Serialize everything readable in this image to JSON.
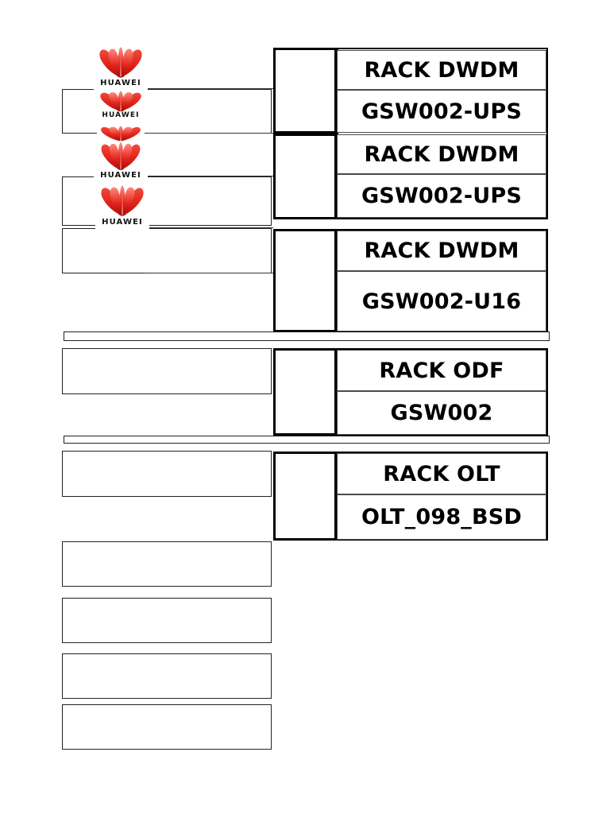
{
  "document": {
    "title": "Rack Labels Sheet",
    "brand_name": "HUAWEI",
    "brand_color": "#e2231a",
    "text_color": "#000000",
    "border_color": "#000000",
    "page_background": "#ffffff"
  },
  "label_groups": [
    {
      "id": "group-1",
      "rows": [
        {
          "rack_label": "RACK DWDM",
          "site_label": "GSW002-UPS"
        },
        {
          "rack_label": "RACK DWDM",
          "site_label": "GSW002-UPS"
        }
      ]
    },
    {
      "id": "group-2",
      "rows": [
        {
          "rack_label": "RACK DWDM",
          "site_label": "GSW002-U16"
        }
      ]
    },
    {
      "id": "group-3",
      "rows": [
        {
          "rack_label": "RACK ODF",
          "site_label": "GSW002"
        }
      ]
    },
    {
      "id": "group-4",
      "rows": [
        {
          "rack_label": "RACK OLT",
          "site_label": "OLT_098_BSD"
        }
      ]
    }
  ],
  "text_cells": [
    {
      "text": "RACK DWDM"
    },
    {
      "text": "GSW002-UPS"
    },
    {
      "text": "RACK DWDM"
    },
    {
      "text": "GSW002-UPS"
    },
    {
      "text": "RACK DWDM"
    },
    {
      "text": "GSW002-U16"
    },
    {
      "text": "RACK ODF"
    },
    {
      "text": "GSW002"
    },
    {
      "text": "RACK OLT"
    },
    {
      "text": "OLT_098_BSD"
    }
  ],
  "logos": [
    {
      "name": "huawei-logo-1",
      "show_wordmark": true
    },
    {
      "name": "huawei-logo-2",
      "show_wordmark": true
    },
    {
      "name": "huawei-logo-3",
      "show_wordmark": false
    },
    {
      "name": "huawei-logo-4",
      "show_wordmark": true
    },
    {
      "name": "huawei-logo-5",
      "show_wordmark": true
    }
  ],
  "blank_boxes": {
    "count": 12,
    "content": ""
  }
}
